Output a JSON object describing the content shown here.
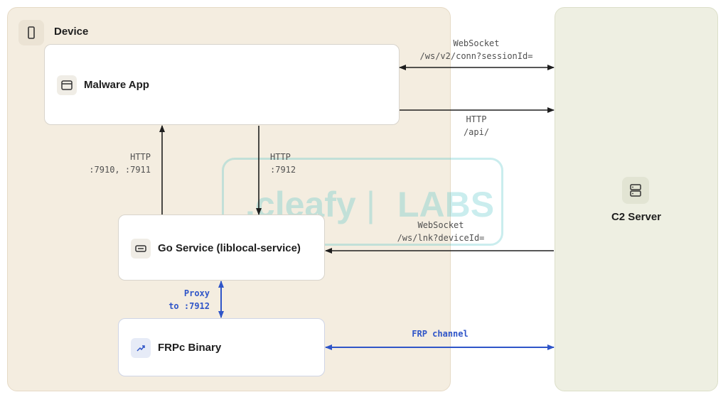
{
  "groups": {
    "device": {
      "title": "Device"
    },
    "c2": {
      "title": "C2 Server"
    }
  },
  "nodes": {
    "malware_app": "Malware App",
    "go_service": "Go Service (liblocal-service)",
    "frpc_binary": "FRPc Binary"
  },
  "edges": {
    "ws_conn": {
      "line1": "WebSocket",
      "line2": "/ws/v2/conn?sessionId="
    },
    "http_api": {
      "line1": "HTTP",
      "line2": "/api/"
    },
    "http_7910": {
      "line1": "HTTP",
      "line2": ":7910, :7911"
    },
    "http_7912": {
      "line1": "HTTP",
      "line2": ":7912"
    },
    "ws_lnk": {
      "line1": "WebSocket",
      "line2": "/ws/lnk?deviceId="
    },
    "proxy": {
      "line1": "Proxy",
      "line2": "to :7912"
    },
    "frp": {
      "label": "FRP channel"
    }
  },
  "watermark": {
    "brand": ".cleafy",
    "divider": "|",
    "suffix": "LABS"
  },
  "colors": {
    "device_bg": "#f4ede0",
    "c2_bg": "#eeefe2",
    "arrow": "#1e1e1e",
    "frp_blue": "#2f55c8",
    "watermark": "#50c3c8"
  },
  "icons": {
    "device": "phone-icon",
    "malware_app": "window-icon",
    "go_service": "service-icon",
    "frpc_binary": "trend-icon",
    "c2": "server-icon"
  }
}
